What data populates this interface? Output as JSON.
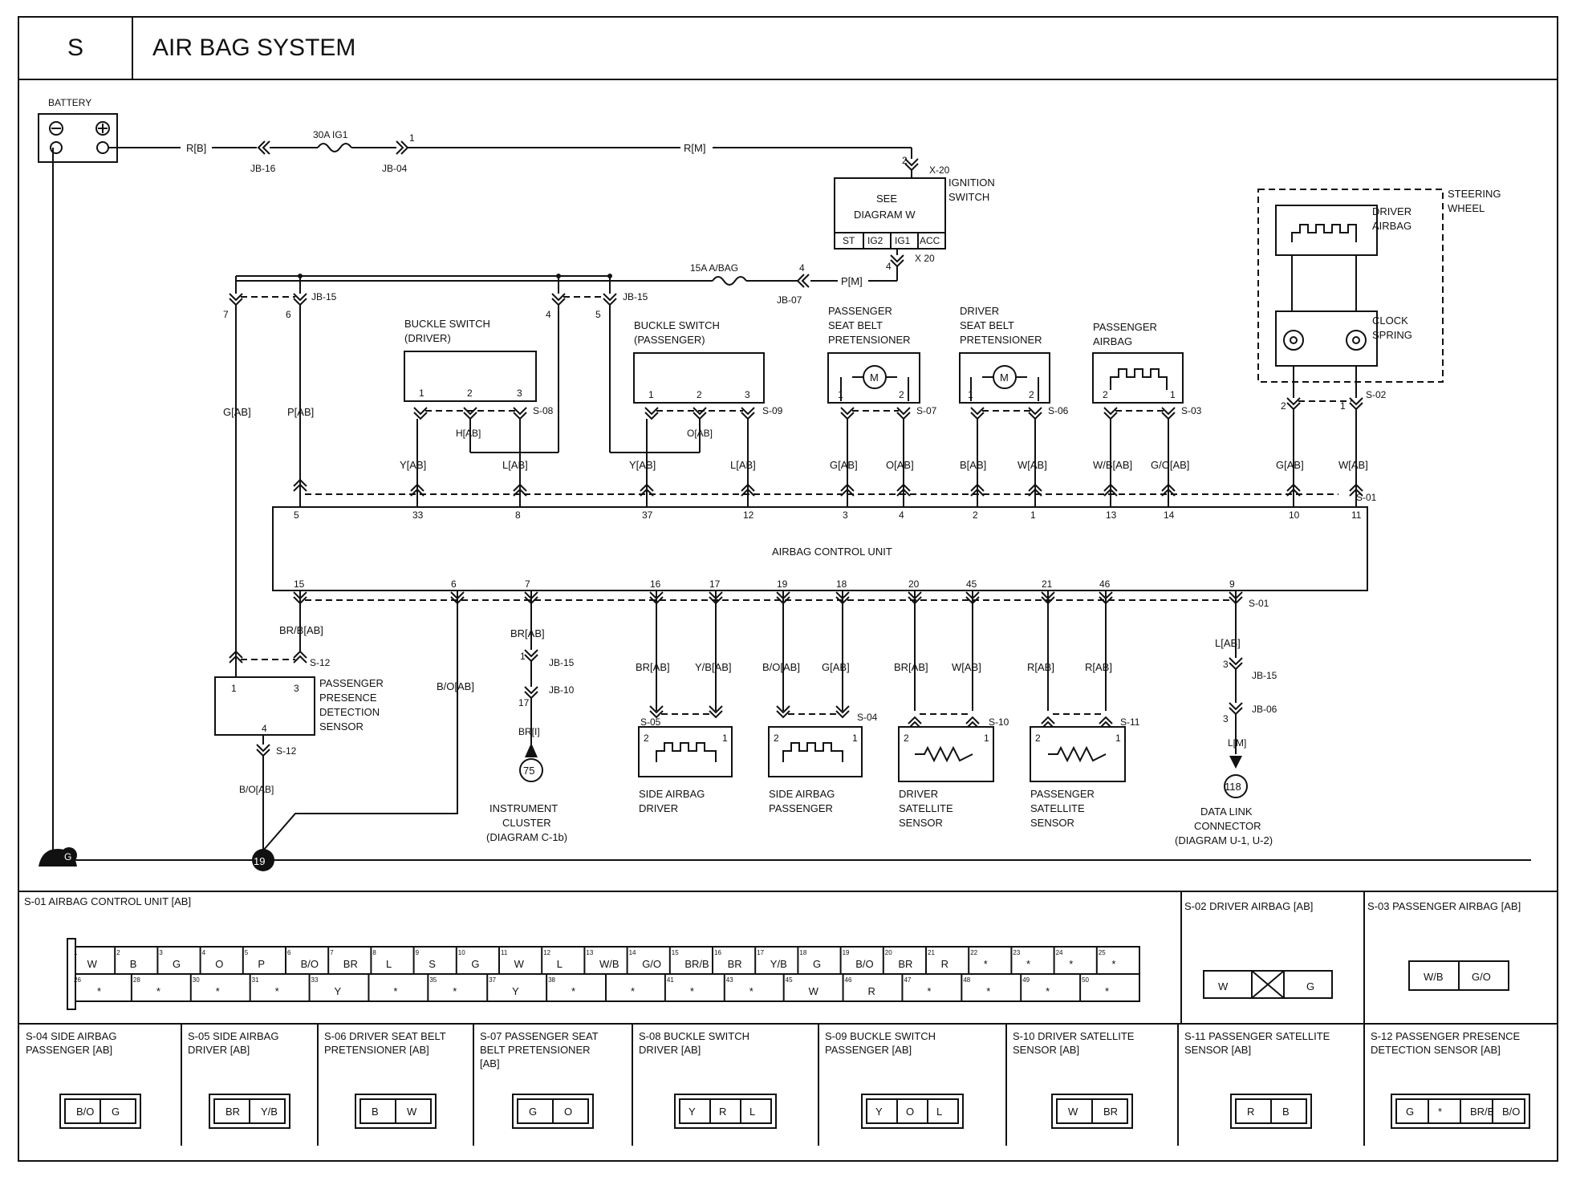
{
  "header": {
    "code": "S",
    "title": "AIR BAG SYSTEM"
  },
  "power": {
    "battery": "BATTERY",
    "wire_bat": "R[B]",
    "jb16": "JB-16",
    "fuse_ig1": "30A IG1",
    "jb04": "JB-04",
    "pin1": "1",
    "wire_rm": "R[M]",
    "x20_top": "X-20",
    "pin2": "2",
    "see_diagram": "SEE",
    "diagram_w": "DIAGRAM  W",
    "ign_terms": [
      "ST",
      "IG2",
      "IG1",
      "ACC"
    ],
    "ignition": "IGNITION",
    "switch": "SWITCH",
    "pin4": "4",
    "x20_bot": "X 20",
    "fuse_abag": "15A  A/BAG",
    "jb07": "JB-07",
    "wire_pm": "P[M]"
  },
  "jb15": {
    "left": "JB-15",
    "right": "JB-15",
    "p7": "7",
    "p6": "6",
    "p4": "4",
    "p5": "5",
    "w_gab": "G[AB]",
    "w_pab": "P[AB]"
  },
  "components": {
    "buckle_driver": [
      "BUCKLE SWITCH",
      "(DRIVER)"
    ],
    "buckle_passenger": [
      "BUCKLE SWITCH",
      "(PASSENGER)"
    ],
    "pass_pretensioner": [
      "PASSENGER",
      "SEAT BELT",
      "PRETENSIONER"
    ],
    "drv_pretensioner": [
      "DRIVER",
      "SEAT BELT",
      "PRETENSIONER"
    ],
    "pass_airbag": [
      "PASSENGER",
      "AIRBAG"
    ],
    "driver_airbag": [
      "DRIVER",
      "AIRBAG"
    ],
    "clock_spring": [
      "CLOCK",
      "SPRING"
    ],
    "steering_wheel": [
      "STEERING",
      "WHEEL"
    ],
    "motor": "M",
    "acu": "AIRBAG CONTROL UNIT",
    "ppds": [
      "PASSENGER",
      "PRESENCE",
      "DETECTION",
      "SENSOR"
    ],
    "side_drv": [
      "SIDE AIRBAG",
      "DRIVER"
    ],
    "side_pass": [
      "SIDE AIRBAG",
      "PASSENGER"
    ],
    "drv_sat": [
      "DRIVER",
      "SATELLITE",
      "SENSOR"
    ],
    "pass_sat": [
      "PASSENGER",
      "SATELLITE",
      "SENSOR"
    ],
    "instrument": [
      "INSTRUMENT",
      "CLUSTER",
      "(DIAGRAM C-1b)"
    ],
    "dlc": [
      "DATA LINK",
      "CONNECTOR",
      "(DIAGRAM U-1, U-2)"
    ],
    "ground": "G",
    "ground_num": "19",
    "ic_num": "75",
    "dlc_num": "118"
  },
  "connectors": {
    "s08": "S-08",
    "s09": "S-09",
    "s07": "S-07",
    "s06": "S-06",
    "s03": "S-03",
    "s02": "S-02",
    "s01": "S-01",
    "s01b": "S-01",
    "s12a": "S-12",
    "s12b": "S-12",
    "s05": "S-05",
    "s04": "S-04",
    "s10": "S-10",
    "s11": "S-11"
  },
  "wires_top": [
    {
      "label": "Y[AB]",
      "pin": "33"
    },
    {
      "label": "L[AB]",
      "pin": "8"
    },
    {
      "label": "Y[AB]",
      "pin": "37"
    },
    {
      "label": "L[AB]",
      "pin": "12"
    },
    {
      "label": "G[AB]",
      "pin": "3"
    },
    {
      "label": "O[AB]",
      "pin": "4"
    },
    {
      "label": "B[AB]",
      "pin": "2"
    },
    {
      "label": "W[AB]",
      "pin": "1"
    },
    {
      "label": "W/B[AB]",
      "pin": "13"
    },
    {
      "label": "G/O[AB]",
      "pin": "14"
    },
    {
      "label": "G[AB]",
      "pin": "10"
    },
    {
      "label": "W[AB]",
      "pin": "11"
    }
  ],
  "pin_p5": "5",
  "buckle_pins": {
    "one": "1",
    "two": "2",
    "three": "3",
    "h_ab": "H[AB]",
    "o_ab": "O[AB]"
  },
  "wires_bottom": [
    {
      "pin": "15",
      "label": "BR/B[AB]"
    },
    {
      "pin": "6",
      "label": "B/O[AB]"
    },
    {
      "pin": "7",
      "label": "BR[AB]"
    },
    {
      "pin": "16",
      "label": "BR[AB]"
    },
    {
      "pin": "17",
      "label": "Y/B[AB]"
    },
    {
      "pin": "19",
      "label": "B/O[AB]"
    },
    {
      "pin": "18",
      "label": "G[AB]"
    },
    {
      "pin": "20",
      "label": "BR[AB]"
    },
    {
      "pin": "45",
      "label": "W[AB]"
    },
    {
      "pin": "21",
      "label": "R[AB]"
    },
    {
      "pin": "46",
      "label": "R[AB]"
    },
    {
      "pin": "9",
      "label": "L[AB]"
    }
  ],
  "lower_misc": {
    "jb15a": "JB-15",
    "jb10": "JB-10",
    "jb15b": "JB-15",
    "jb06": "JB-06",
    "n1": "1",
    "n17": "17",
    "n3a": "3",
    "n3b": "3",
    "br_i": "BR[I]",
    "l_m": "L[M]",
    "b_o_ab": "B/O[AB]",
    "pin4": "4",
    "pin1": "1",
    "pin3": "3",
    "p2": "2",
    "p1": "1"
  },
  "table": {
    "s01_title": "S-01 AIRBAG CONTROL UNIT [AB]",
    "s01_top": [
      {
        "n": "1",
        "v": "W"
      },
      {
        "n": "2",
        "v": "B"
      },
      {
        "n": "3",
        "v": "G"
      },
      {
        "n": "4",
        "v": "O"
      },
      {
        "n": "5",
        "v": "P"
      },
      {
        "n": "6",
        "v": "B/O"
      },
      {
        "n": "7",
        "v": "BR"
      },
      {
        "n": "8",
        "v": "L"
      },
      {
        "n": "9",
        "v": "S"
      },
      {
        "n": "10",
        "v": "G"
      },
      {
        "n": "11",
        "v": "W"
      },
      {
        "n": "12",
        "v": "L"
      },
      {
        "n": "13",
        "v": "W/B"
      },
      {
        "n": "14",
        "v": "G/O"
      },
      {
        "n": "15",
        "v": "BR/B"
      },
      {
        "n": "16",
        "v": "BR"
      },
      {
        "n": "17",
        "v": "Y/B"
      },
      {
        "n": "18",
        "v": "G"
      },
      {
        "n": "19",
        "v": "B/O"
      },
      {
        "n": "20",
        "v": "BR"
      },
      {
        "n": "21",
        "v": "R"
      },
      {
        "n": "22",
        "v": "*"
      },
      {
        "n": "23",
        "v": "*"
      },
      {
        "n": "24",
        "v": "*"
      },
      {
        "n": "25",
        "v": "*"
      }
    ],
    "s01_bottom": [
      {
        "n": "26",
        "v": "*"
      },
      {
        "n": "28",
        "v": "*"
      },
      {
        "n": "30",
        "v": "*"
      },
      {
        "n": "31",
        "v": "*"
      },
      {
        "n": "33",
        "v": "Y"
      },
      {
        "n": "",
        "v": "*"
      },
      {
        "n": "35",
        "v": "*"
      },
      {
        "n": "37",
        "v": "Y"
      },
      {
        "n": "38",
        "v": "*"
      },
      {
        "n": "",
        "v": "*"
      },
      {
        "n": "41",
        "v": "*"
      },
      {
        "n": "43",
        "v": "*"
      },
      {
        "n": "45",
        "v": "W"
      },
      {
        "n": "46",
        "v": "R"
      },
      {
        "n": "47",
        "v": "*"
      },
      {
        "n": "48",
        "v": "*"
      },
      {
        "n": "49",
        "v": "*"
      },
      {
        "n": "50",
        "v": "*"
      }
    ],
    "s02_title": "S-02 DRIVER AIRBAG [AB]",
    "s02_pins": [
      "W",
      "G"
    ],
    "s03_title": "S-03 PASSENGER AIRBAG [AB]",
    "s03_pins": [
      "W/B",
      "G/O"
    ],
    "row2": [
      {
        "title": [
          "S-04 SIDE AIRBAG",
          "PASSENGER [AB]"
        ],
        "pins": [
          "B/O",
          "G"
        ]
      },
      {
        "title": [
          "S-05 SIDE AIRBAG",
          "DRIVER [AB]"
        ],
        "pins": [
          "BR",
          "Y/B"
        ]
      },
      {
        "title": [
          "S-06 DRIVER  SEAT BELT",
          "PRETENSIONER [AB]"
        ],
        "pins": [
          "B",
          "W"
        ]
      },
      {
        "title": [
          "S-07 PASSENGER  SEAT",
          "BELT PRETENSIONER",
          "[AB]"
        ],
        "pins": [
          "G",
          "O"
        ]
      },
      {
        "title": [
          "S-08 BUCKLE SWITCH",
          "DRIVER [AB]"
        ],
        "pins": [
          "Y",
          "R",
          "L"
        ]
      },
      {
        "title": [
          "S-09 BUCKLE SWITCH",
          "PASSENGER [AB]"
        ],
        "pins": [
          "Y",
          "O",
          "L"
        ]
      },
      {
        "title": [
          "S-10 DRIVER SATELLITE",
          "SENSOR [AB]"
        ],
        "pins": [
          "W",
          "BR"
        ]
      },
      {
        "title": [
          "S-11 PASSENGER SATELLITE",
          "SENSOR [AB]"
        ],
        "pins": [
          "R",
          "B"
        ]
      },
      {
        "title": [
          "S-12 PASSENGER PRESENCE",
          "DETECTION SENSOR [AB]"
        ],
        "pins": [
          "G",
          "*",
          "BR/B",
          "B/O"
        ]
      }
    ]
  }
}
